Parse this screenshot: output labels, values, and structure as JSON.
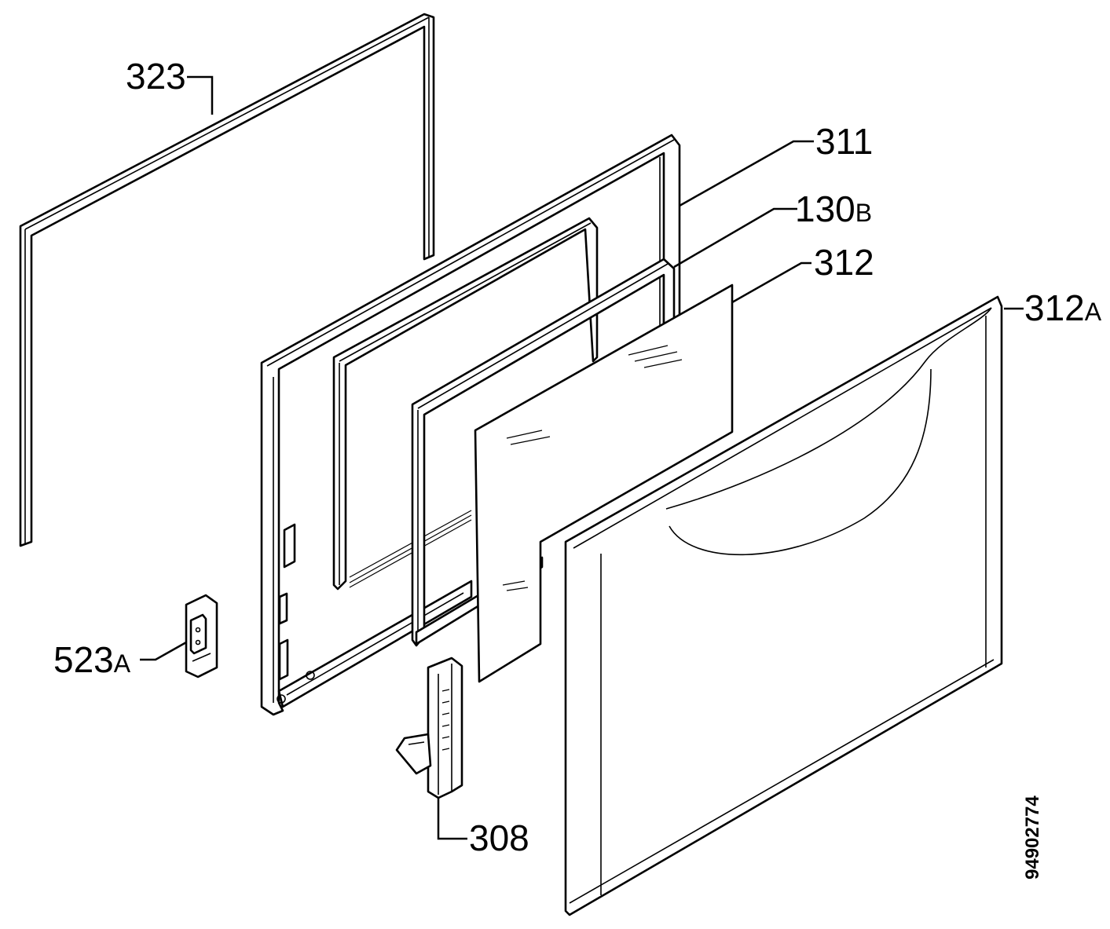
{
  "labels": [
    {
      "id": "323",
      "num": "323",
      "suffix": ""
    },
    {
      "id": "311",
      "num": "311",
      "suffix": ""
    },
    {
      "id": "130b",
      "num": "130",
      "suffix": "B"
    },
    {
      "id": "312",
      "num": "312",
      "suffix": ""
    },
    {
      "id": "312a",
      "num": "312",
      "suffix": "A"
    },
    {
      "id": "523a",
      "num": "523",
      "suffix": "A"
    },
    {
      "id": "308",
      "num": "308",
      "suffix": ""
    }
  ],
  "drawing_code": "94902774"
}
